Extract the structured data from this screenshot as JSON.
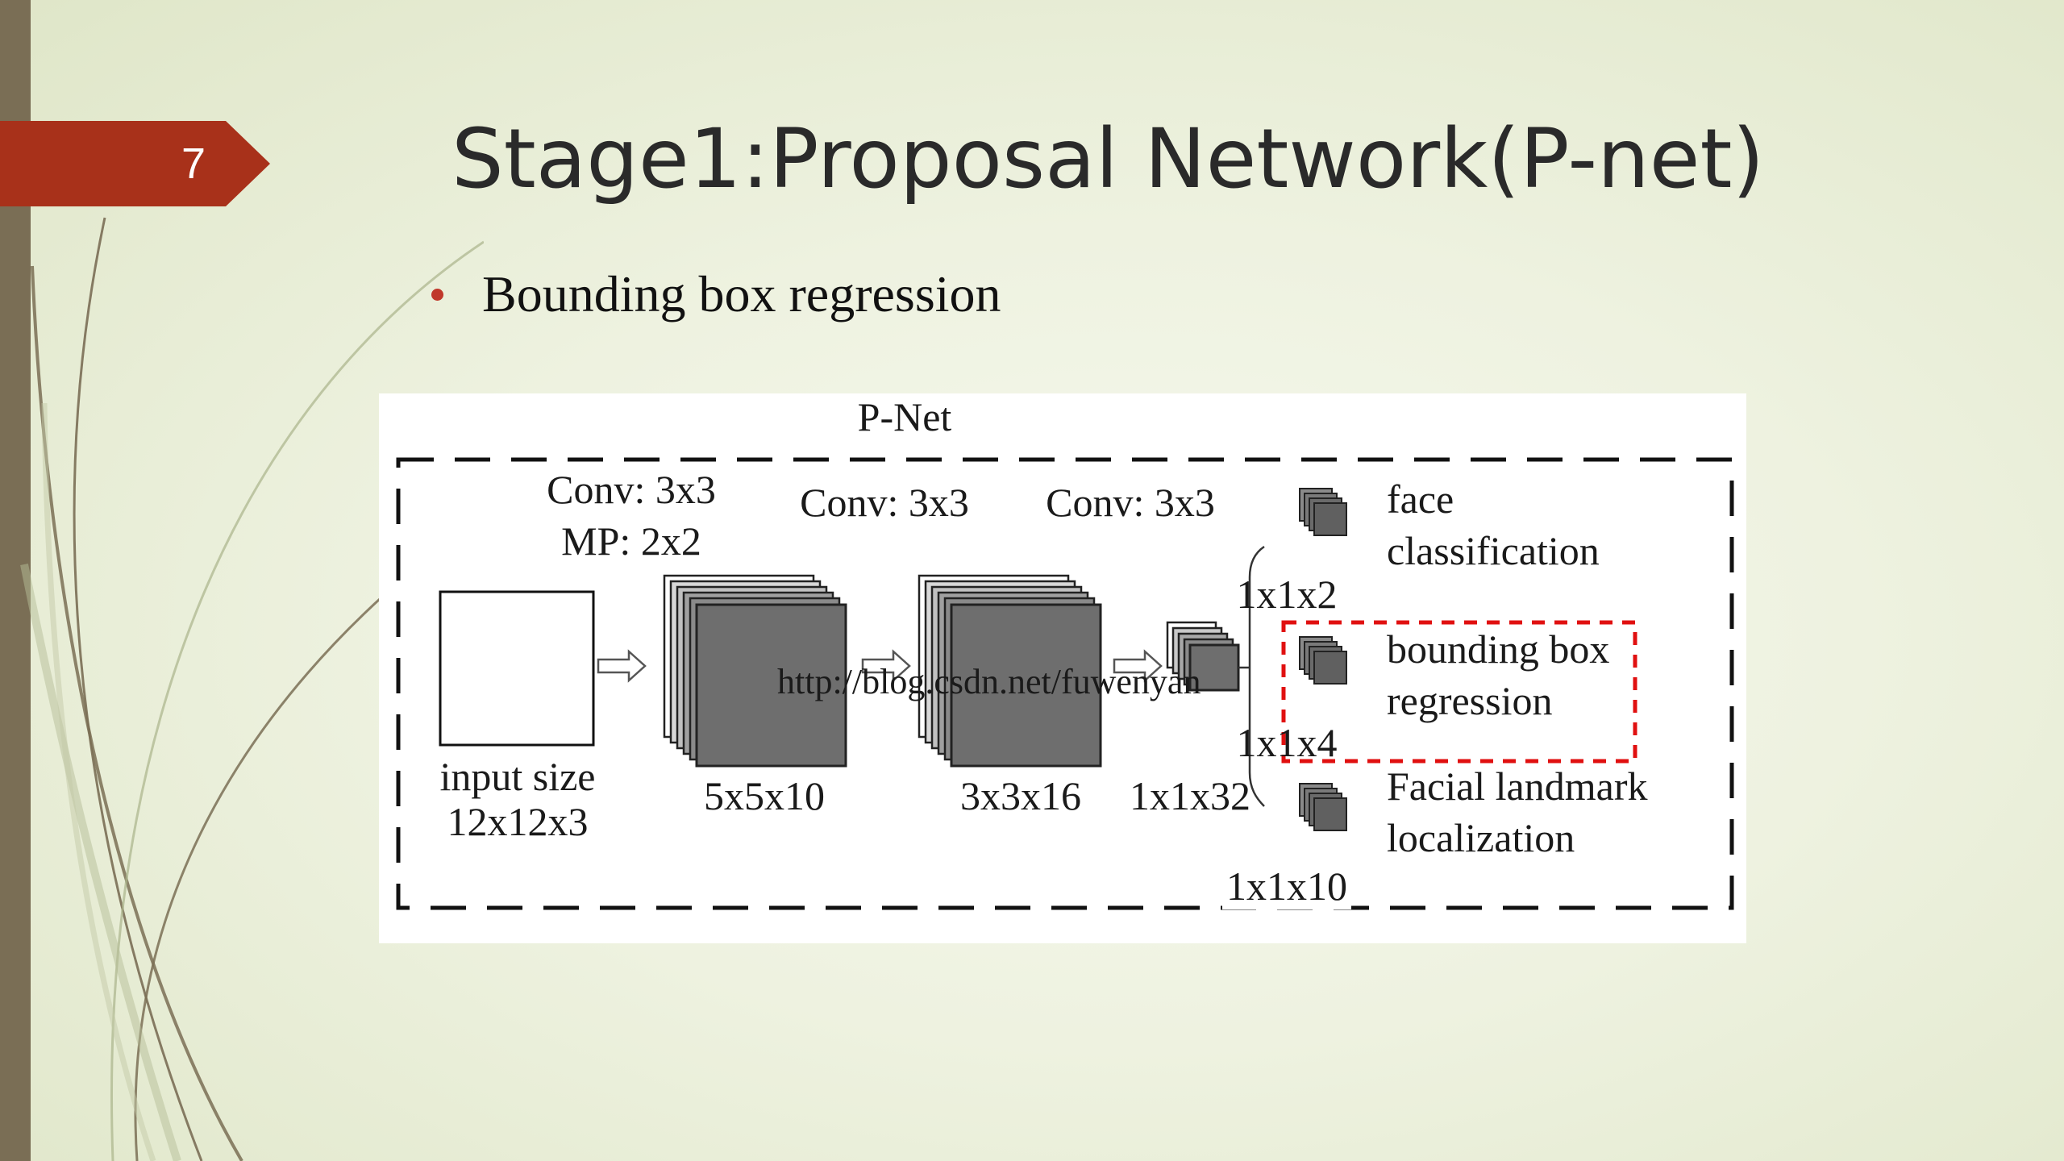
{
  "slide": {
    "number": "7",
    "title": "Stage1:Proposal Network(P-net)",
    "bullet": "Bounding box regression"
  },
  "colors": {
    "accent_tab": "#a8311a",
    "left_bar": "#7a6e55",
    "bullet": "#c0392b",
    "highlight_box": "#e01010",
    "feature_map": "#707070"
  },
  "icons": {
    "arrow": "hollow-right-arrow",
    "bullet": "bullet-dot"
  },
  "diagram": {
    "title": "P-Net",
    "layers": [
      {
        "conv": "Conv: 3x3",
        "pool": "MP: 2x2"
      },
      {
        "conv": "Conv: 3x3"
      },
      {
        "conv": "Conv: 3x3"
      }
    ],
    "input": {
      "label": "input size",
      "size": "12x12x3"
    },
    "maps": [
      "5x5x10",
      "3x3x16",
      "1x1x32"
    ],
    "outputs": [
      {
        "line1": "face",
        "line2": "classification",
        "size": "1x1x2"
      },
      {
        "line1": "bounding box",
        "line2": "regression",
        "size": "1x1x4"
      },
      {
        "line1": "Facial landmark",
        "line2": "localization",
        "size": "1x1x10"
      }
    ],
    "watermark": "http://blog.csdn.net/fuwenyan"
  }
}
